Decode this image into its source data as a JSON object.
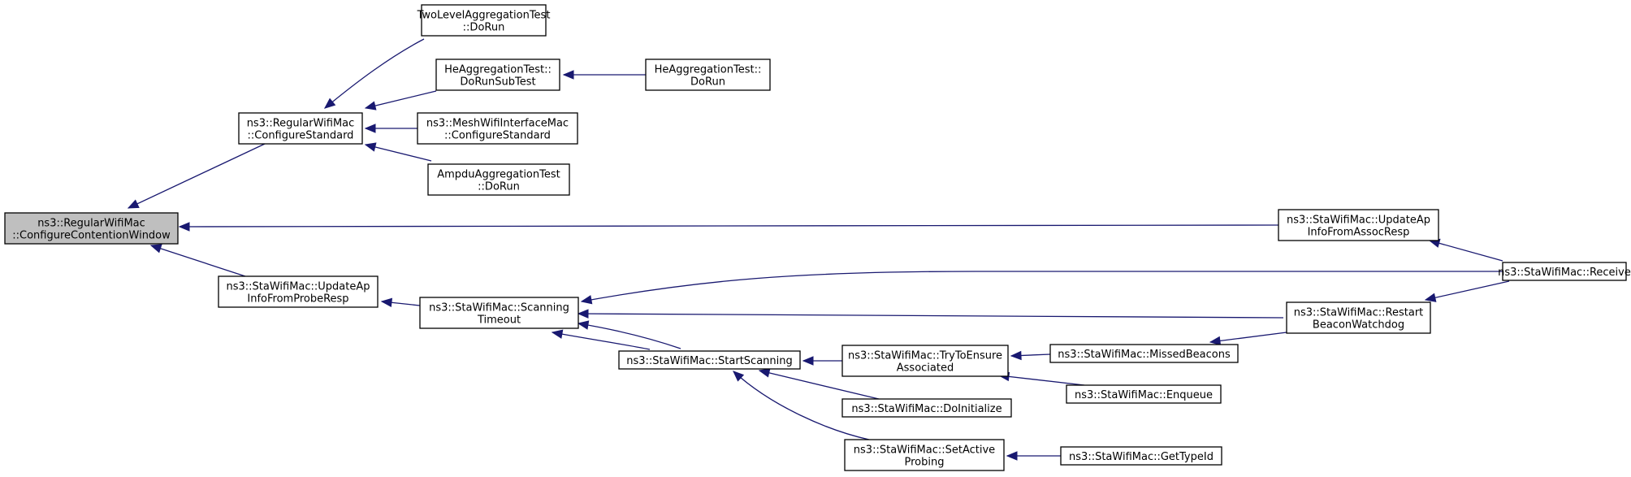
{
  "graph": {
    "direction": "right-to-left (caller graph)",
    "colors": {
      "edge": "#191970",
      "node_fill": "#ffffff",
      "current_fill": "#bfbfbf",
      "border": "#000000"
    },
    "nodes": [
      {
        "id": "configure_contention_window",
        "lines": [
          "ns3::RegularWifiMac",
          "::ConfigureContentionWindow"
        ],
        "current": true
      },
      {
        "id": "configure_standard",
        "lines": [
          "ns3::RegularWifiMac",
          "::ConfigureStandard"
        ]
      },
      {
        "id": "update_ap_info_from_probe_resp",
        "lines": [
          "ns3::StaWifiMac::UpdateAp",
          "InfoFromProbeResp"
        ]
      },
      {
        "id": "two_level_aggregation_test_do_run",
        "lines": [
          "TwoLevelAggregationTest",
          "::DoRun"
        ]
      },
      {
        "id": "he_aggregation_test_do_run_sub_test",
        "lines": [
          "HeAggregationTest::",
          "DoRunSubTest"
        ]
      },
      {
        "id": "he_aggregation_test_do_run",
        "lines": [
          "HeAggregationTest::",
          "DoRun"
        ]
      },
      {
        "id": "mesh_wifi_interface_mac_configure_standard",
        "lines": [
          "ns3::MeshWifiInterfaceMac",
          "::ConfigureStandard"
        ]
      },
      {
        "id": "ampdu_aggregation_test_do_run",
        "lines": [
          "AmpduAggregationTest",
          "::DoRun"
        ]
      },
      {
        "id": "update_ap_info_from_assoc_resp",
        "lines": [
          "ns3::StaWifiMac::UpdateAp",
          "InfoFromAssocResp"
        ]
      },
      {
        "id": "receive",
        "lines": [
          "ns3::StaWifiMac::Receive"
        ]
      },
      {
        "id": "scanning_timeout",
        "lines": [
          "ns3::StaWifiMac::Scanning",
          "Timeout"
        ]
      },
      {
        "id": "restart_beacon_watchdog",
        "lines": [
          "ns3::StaWifiMac::Restart",
          "BeaconWatchdog"
        ]
      },
      {
        "id": "start_scanning",
        "lines": [
          "ns3::StaWifiMac::StartScanning"
        ]
      },
      {
        "id": "try_to_ensure_associated",
        "lines": [
          "ns3::StaWifiMac::TryToEnsure",
          "Associated"
        ]
      },
      {
        "id": "missed_beacons",
        "lines": [
          "ns3::StaWifiMac::MissedBeacons"
        ]
      },
      {
        "id": "enqueue",
        "lines": [
          "ns3::StaWifiMac::Enqueue"
        ]
      },
      {
        "id": "do_initialize",
        "lines": [
          "ns3::StaWifiMac::DoInitialize"
        ]
      },
      {
        "id": "set_active_probing",
        "lines": [
          "ns3::StaWifiMac::SetActive",
          "Probing"
        ]
      },
      {
        "id": "get_type_id",
        "lines": [
          "ns3::StaWifiMac::GetTypeId"
        ]
      }
    ],
    "edges": [
      {
        "from": "configure_standard",
        "to": "configure_contention_window"
      },
      {
        "from": "update_ap_info_from_assoc_resp",
        "to": "configure_contention_window"
      },
      {
        "from": "update_ap_info_from_probe_resp",
        "to": "configure_contention_window"
      },
      {
        "from": "two_level_aggregation_test_do_run",
        "to": "configure_standard"
      },
      {
        "from": "he_aggregation_test_do_run_sub_test",
        "to": "configure_standard"
      },
      {
        "from": "mesh_wifi_interface_mac_configure_standard",
        "to": "configure_standard"
      },
      {
        "from": "ampdu_aggregation_test_do_run",
        "to": "configure_standard"
      },
      {
        "from": "he_aggregation_test_do_run",
        "to": "he_aggregation_test_do_run_sub_test"
      },
      {
        "from": "receive",
        "to": "update_ap_info_from_assoc_resp"
      },
      {
        "from": "scanning_timeout",
        "to": "update_ap_info_from_probe_resp"
      },
      {
        "from": "receive",
        "to": "scanning_timeout"
      },
      {
        "from": "start_scanning",
        "to": "scanning_timeout"
      },
      {
        "from": "scanning_timeout",
        "to": "start_scanning"
      },
      {
        "from": "scanning_timeout",
        "to": "restart_beacon_watchdog"
      },
      {
        "from": "receive",
        "to": "restart_beacon_watchdog"
      },
      {
        "from": "missed_beacons",
        "to": "restart_beacon_watchdog"
      },
      {
        "from": "try_to_ensure_associated",
        "to": "start_scanning"
      },
      {
        "from": "do_initialize",
        "to": "start_scanning"
      },
      {
        "from": "set_active_probing",
        "to": "start_scanning"
      },
      {
        "from": "missed_beacons",
        "to": "try_to_ensure_associated"
      },
      {
        "from": "enqueue",
        "to": "try_to_ensure_associated"
      },
      {
        "from": "get_type_id",
        "to": "set_active_probing"
      }
    ]
  }
}
